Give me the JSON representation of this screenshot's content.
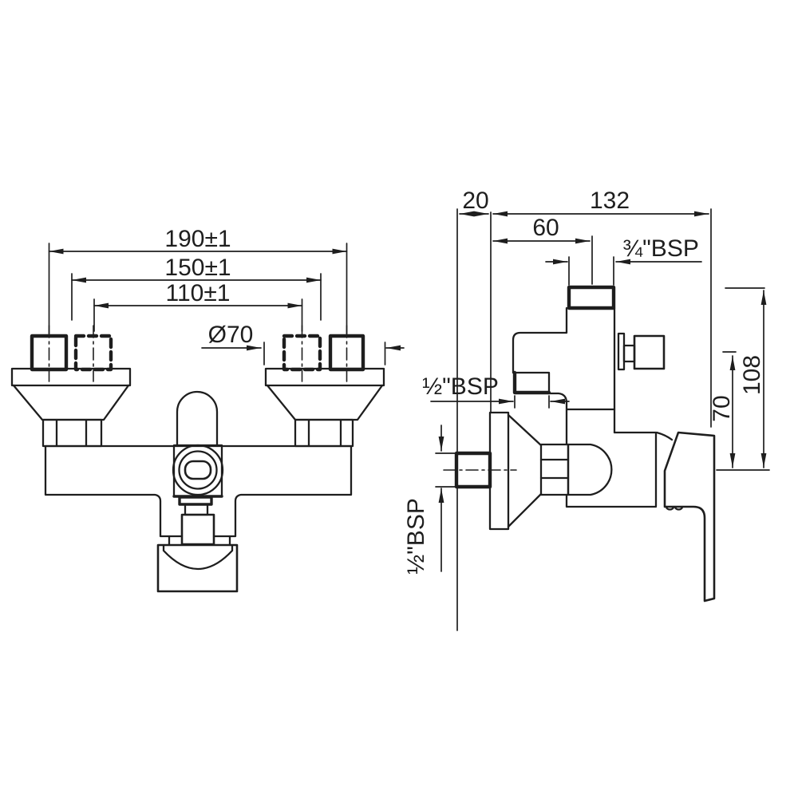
{
  "page": {
    "background": "#ffffff",
    "line_color": "#1e1e1e"
  },
  "front_view": {
    "dim_span_outer": "190±1",
    "dim_span_middle": "150±1",
    "dim_span_inner": "110±1",
    "dim_flange_diameter": "Ø70"
  },
  "side_view": {
    "dim_wall_offset": "20",
    "dim_total_depth": "132",
    "dim_top_port_offset": "60",
    "label_top_port": "¾\"BSP",
    "label_outlet_port": "½\"BSP",
    "label_inlet_port": "½\"BSP",
    "dim_knob_centre_height": "70",
    "dim_top_port_height": "108"
  }
}
